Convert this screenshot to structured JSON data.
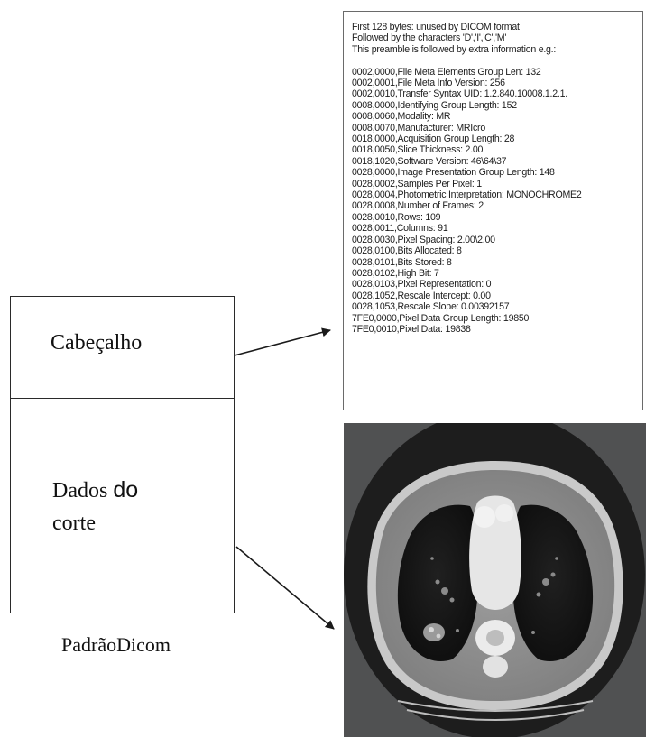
{
  "file_structure": {
    "header_label": "Cabeçalho",
    "slice_data_label_part1": "Dados ",
    "slice_data_label_part2": "do",
    "slice_data_label_part3": "\ncorte",
    "caption": "PadrãoDicom"
  },
  "dicom_header": {
    "intro": [
      "First 128 bytes: unused by DICOM format",
      "Followed by the characters 'D','I','C','M'",
      "This preamble is followed by extra information e.g.:"
    ],
    "entries": [
      "0002,0000,File Meta Elements Group Len: 132",
      "0002,0001,File Meta Info Version: 256",
      "0002,0010,Transfer Syntax UID: 1.2.840.10008.1.2.1.",
      "0008,0000,Identifying Group Length: 152",
      "0008,0060,Modality: MR",
      "0008,0070,Manufacturer: MRIcro",
      "0018,0000,Acquisition Group Length: 28",
      "0018,0050,Slice Thickness: 2.00",
      "0018,1020,Software Version: 46\\64\\37",
      "0028,0000,Image Presentation Group Length: 148",
      "0028,0002,Samples Per Pixel: 1",
      "0028,0004,Photometric Interpretation: MONOCHROME2",
      "0028,0008,Number of Frames: 2",
      "0028,0010,Rows: 109",
      "0028,0011,Columns: 91",
      "0028,0030,Pixel Spacing: 2.00\\2.00",
      "0028,0100,Bits Allocated: 8",
      "0028,0101,Bits Stored: 8",
      "0028,0102,High Bit: 7",
      "0028,0103,Pixel Representation: 0",
      "0028,1052,Rescale Intercept: 0.00",
      "0028,1053,Rescale Slope: 0.00392157",
      "7FE0,0000,Pixel Data Group Length: 19850",
      "7FE0,0010,Pixel Data: 19838"
    ]
  },
  "colors": {
    "line": "#1a1a1a",
    "ct_background": "#000000"
  }
}
